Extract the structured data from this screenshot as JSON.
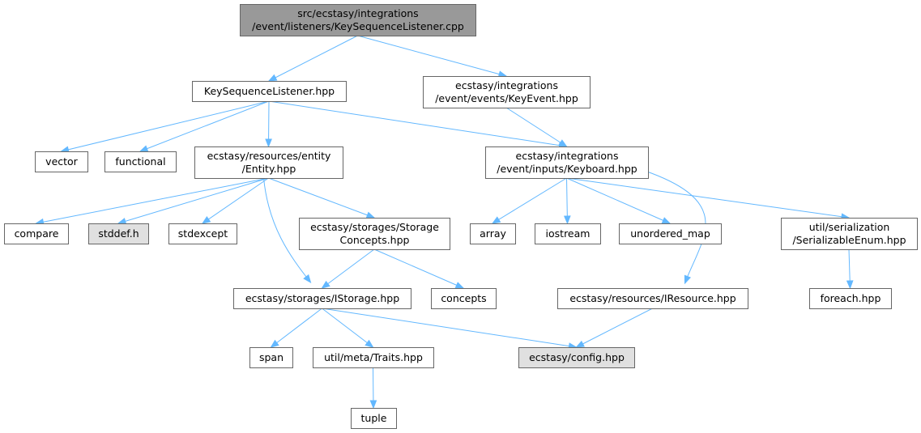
{
  "colors": {
    "root_fill": "#999999",
    "default_fill": "#ffffff",
    "system_fill": "#e0e0e0",
    "border": "#666666",
    "edge": "#63b8ff"
  },
  "nodes": [
    {
      "id": "root",
      "kind": "root",
      "lines": [
        "src/ecstasy/integrations",
        "/event/listeners/KeySequenceListener.cpp"
      ]
    },
    {
      "id": "ksl",
      "kind": "default",
      "lines": [
        "KeySequenceListener.hpp"
      ]
    },
    {
      "id": "keyevent",
      "kind": "default",
      "lines": [
        "ecstasy/integrations",
        "/event/events/KeyEvent.hpp"
      ]
    },
    {
      "id": "vector",
      "kind": "default",
      "lines": [
        "vector"
      ]
    },
    {
      "id": "functional",
      "kind": "default",
      "lines": [
        "functional"
      ]
    },
    {
      "id": "entity",
      "kind": "default",
      "lines": [
        "ecstasy/resources/entity",
        "/Entity.hpp"
      ]
    },
    {
      "id": "keyboard",
      "kind": "default",
      "lines": [
        "ecstasy/integrations",
        "/event/inputs/Keyboard.hpp"
      ]
    },
    {
      "id": "compare",
      "kind": "default",
      "lines": [
        "compare"
      ]
    },
    {
      "id": "stddef",
      "kind": "system",
      "lines": [
        "stddef.h"
      ]
    },
    {
      "id": "stdexcept",
      "kind": "default",
      "lines": [
        "stdexcept"
      ]
    },
    {
      "id": "storageconcepts",
      "kind": "default",
      "lines": [
        "ecstasy/storages/Storage",
        "Concepts.hpp"
      ]
    },
    {
      "id": "array",
      "kind": "default",
      "lines": [
        "array"
      ]
    },
    {
      "id": "iostream",
      "kind": "default",
      "lines": [
        "iostream"
      ]
    },
    {
      "id": "unordered_map",
      "kind": "default",
      "lines": [
        "unordered_map"
      ]
    },
    {
      "id": "serializable",
      "kind": "default",
      "lines": [
        "util/serialization",
        "/SerializableEnum.hpp"
      ]
    },
    {
      "id": "istorage",
      "kind": "default",
      "lines": [
        "ecstasy/storages/IStorage.hpp"
      ]
    },
    {
      "id": "concepts",
      "kind": "default",
      "lines": [
        "concepts"
      ]
    },
    {
      "id": "iresource",
      "kind": "default",
      "lines": [
        "ecstasy/resources/IResource.hpp"
      ]
    },
    {
      "id": "foreach",
      "kind": "default",
      "lines": [
        "foreach.hpp"
      ]
    },
    {
      "id": "span",
      "kind": "default",
      "lines": [
        "span"
      ]
    },
    {
      "id": "traits",
      "kind": "default",
      "lines": [
        "util/meta/Traits.hpp"
      ]
    },
    {
      "id": "config",
      "kind": "system",
      "lines": [
        "ecstasy/config.hpp"
      ]
    },
    {
      "id": "tuple",
      "kind": "default",
      "lines": [
        "tuple"
      ]
    }
  ],
  "edges": [
    {
      "from": "root",
      "to": "ksl"
    },
    {
      "from": "root",
      "to": "keyevent"
    },
    {
      "from": "ksl",
      "to": "vector"
    },
    {
      "from": "ksl",
      "to": "functional"
    },
    {
      "from": "ksl",
      "to": "entity"
    },
    {
      "from": "ksl",
      "to": "keyboard"
    },
    {
      "from": "keyevent",
      "to": "keyboard"
    },
    {
      "from": "entity",
      "to": "compare"
    },
    {
      "from": "entity",
      "to": "stddef"
    },
    {
      "from": "entity",
      "to": "stdexcept"
    },
    {
      "from": "entity",
      "to": "storageconcepts"
    },
    {
      "from": "entity",
      "to": "istorage"
    },
    {
      "from": "storageconcepts",
      "to": "istorage"
    },
    {
      "from": "storageconcepts",
      "to": "concepts"
    },
    {
      "from": "keyboard",
      "to": "array"
    },
    {
      "from": "keyboard",
      "to": "iostream"
    },
    {
      "from": "keyboard",
      "to": "unordered_map"
    },
    {
      "from": "keyboard",
      "to": "serializable"
    },
    {
      "from": "keyboard",
      "to": "iresource"
    },
    {
      "from": "serializable",
      "to": "foreach"
    },
    {
      "from": "istorage",
      "to": "span"
    },
    {
      "from": "istorage",
      "to": "traits"
    },
    {
      "from": "istorage",
      "to": "config"
    },
    {
      "from": "iresource",
      "to": "config"
    },
    {
      "from": "traits",
      "to": "tuple"
    }
  ]
}
